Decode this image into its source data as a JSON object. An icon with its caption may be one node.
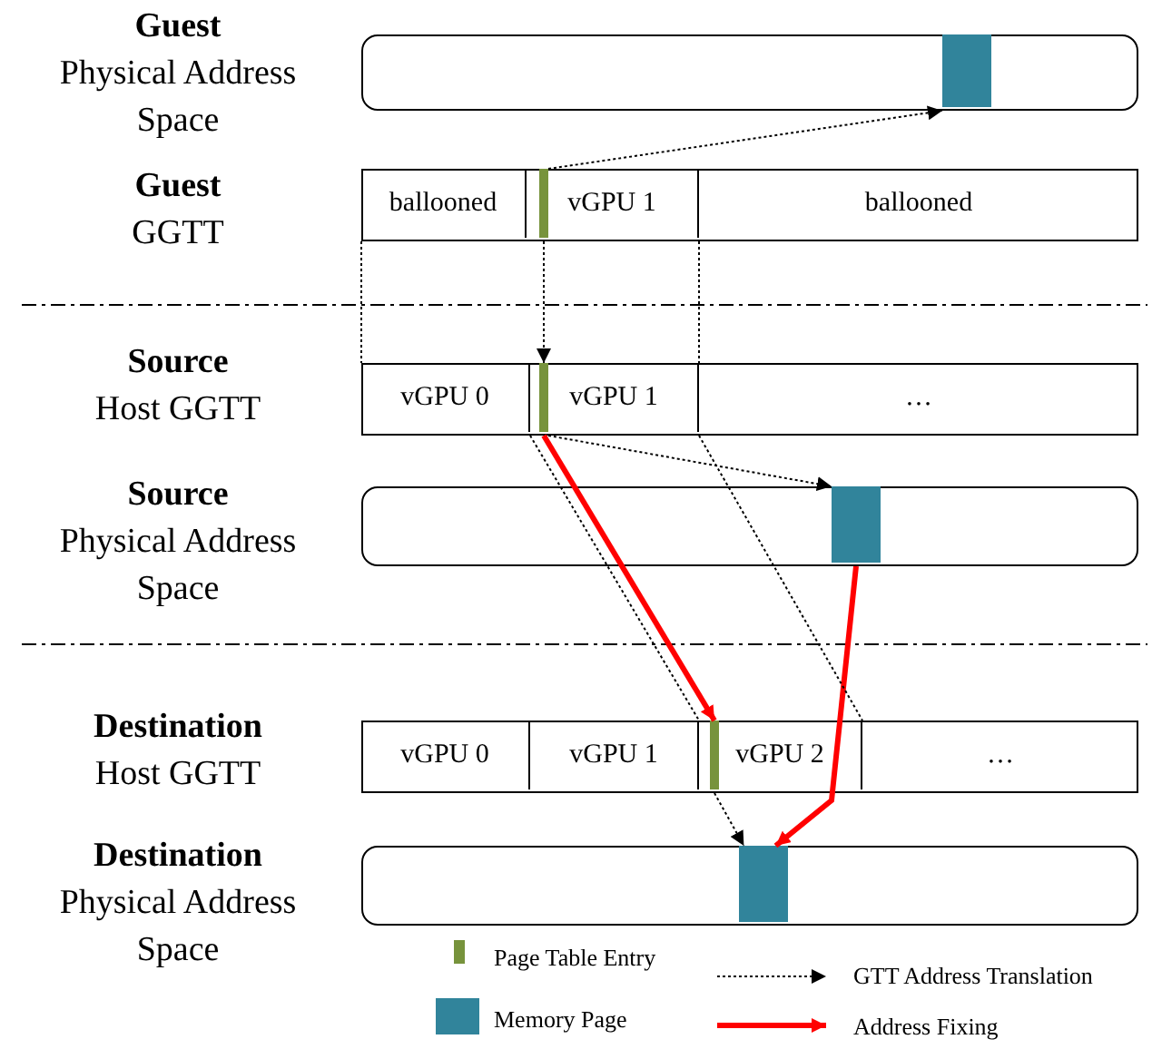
{
  "diagram": {
    "nodes": [
      {
        "text": [
          "Guest",
          "Physical Address Space"
        ]
      },
      {
        "text": [],
        "shape": "box",
        "in": 0
      },
      {
        "text": [
          "Guest",
          "GGTT"
        ]
      },
      {
        "text": [
          "ballooned"
        ],
        "in": 2
      },
      {
        "text": [
          "vGPU 1"
        ],
        "in": 2
      },
      {
        "text": [],
        "shape": "bar",
        "in": 4
      },
      {
        "text": [
          "ballooned"
        ],
        "in": 2
      },
      {
        "text": [
          "Source",
          "Host GGTT"
        ]
      },
      {
        "text": [
          "vGPU 0"
        ],
        "in": 7
      },
      {
        "text": [
          "vGPU 1"
        ],
        "in": 7
      },
      {
        "text": [],
        "shape": "bar",
        "in": 9
      },
      {
        "text": [
          "…"
        ],
        "in": 7
      },
      {
        "text": [
          "Source",
          "Physical Address Space"
        ]
      },
      {
        "text": [],
        "shape": "box",
        "in": 12
      },
      {
        "text": [
          "Destination",
          "Host GGTT"
        ]
      },
      {
        "text": [
          "vGPU 0"
        ],
        "in": 14
      },
      {
        "text": [
          "vGPU 1"
        ],
        "in": 14
      },
      {
        "text": [
          "vGPU 2"
        ],
        "in": 14
      },
      {
        "text": [],
        "shape": "bar",
        "in": 17
      },
      {
        "text": [
          "…"
        ],
        "in": 14
      },
      {
        "text": [
          "Destination",
          "Physical Address Space"
        ]
      },
      {
        "text": [],
        "shape": "box",
        "in": 20
      }
    ],
    "edges": [
      {
        "from": 5,
        "to": 1,
        "arrow": "to",
        "style": "dashed"
      },
      {
        "from": 5,
        "to": 10,
        "arrow": "to",
        "style": "dashed"
      },
      {
        "from": 3,
        "to": 8,
        "arrow": "none",
        "style": "dashed"
      },
      {
        "from": 4,
        "to": 9,
        "arrow": "none",
        "style": "dashed"
      },
      {
        "from": 10,
        "to": 13,
        "arrow": "to",
        "style": "dashed"
      },
      {
        "from": 10,
        "to": 18,
        "arrow": "to",
        "style": "thick",
        "color": "#ff0000"
      },
      {
        "from": 13,
        "to": 21,
        "arrow": "to",
        "style": "thick",
        "color": "#ff0000"
      },
      {
        "from": 9,
        "to": 17,
        "arrow": "none",
        "style": "dashed"
      },
      {
        "from": 9,
        "to": 17,
        "arrow": "none",
        "style": "dashed"
      },
      {
        "from": 18,
        "to": 21,
        "arrow": "to",
        "style": "dashed"
      }
    ],
    "legend": [
      {
        "text": "Page Table Entry",
        "color": "#77933c"
      },
      {
        "text": "GTT Address Translation"
      },
      {
        "text": "Memory Page",
        "color": "#31849b"
      },
      {
        "text": "Address Fixing"
      }
    ]
  }
}
